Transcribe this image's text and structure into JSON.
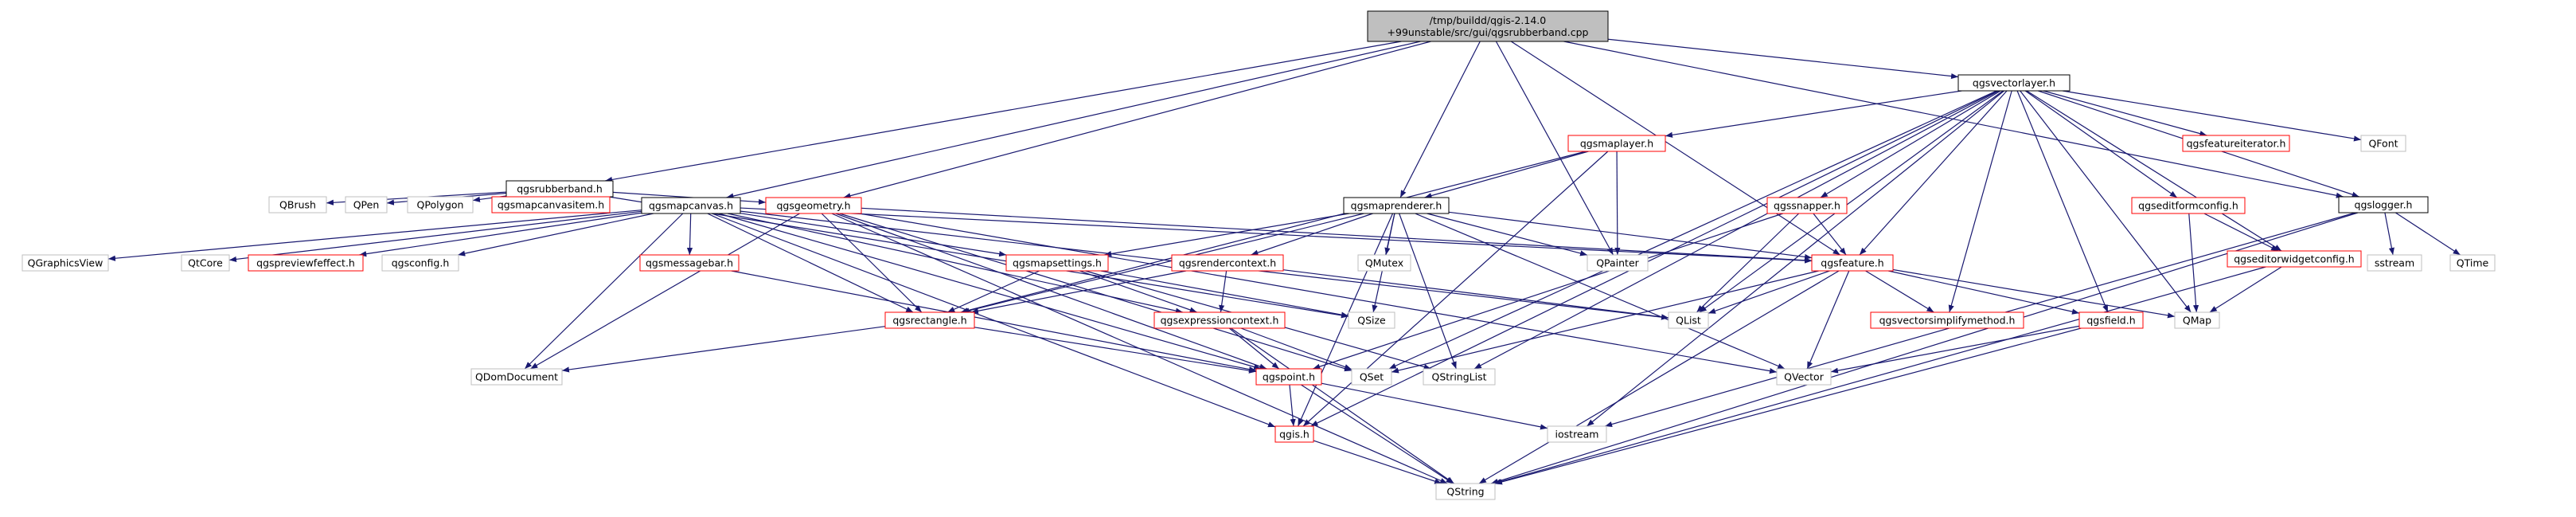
{
  "colors": {
    "root_fill": "#bfbfbf",
    "root_border": "#000000",
    "documented_border": "#000000",
    "undocumented_border": "#ff0000",
    "external_border": "#bfbfbf",
    "edge": "#191970",
    "text": "#000000"
  },
  "graph": {
    "nodes": [
      {
        "id": "root",
        "kind": "root",
        "lines": [
          "/tmp/buildd/qgis-2.14.0",
          "+99unstable/src/gui/qgsrubberband.cpp"
        ]
      },
      {
        "id": "qgsrubberband_h",
        "kind": "documented",
        "lines": [
          "qgsrubberband.h"
        ]
      },
      {
        "id": "qgsvectorlayer_h",
        "kind": "documented",
        "lines": [
          "qgsvectorlayer.h"
        ]
      },
      {
        "id": "qgslogger_h",
        "kind": "documented",
        "lines": [
          "qgslogger.h"
        ]
      },
      {
        "id": "qgsmapcanvas_h",
        "kind": "documented",
        "lines": [
          "qgsmapcanvas.h"
        ]
      },
      {
        "id": "qgsgeometry_h",
        "kind": "undocumented",
        "lines": [
          "qgsgeometry.h"
        ]
      },
      {
        "id": "qgsmaprenderer_h",
        "kind": "documented",
        "lines": [
          "qgsmaprenderer.h"
        ]
      },
      {
        "id": "qgsmaplayer_h",
        "kind": "undocumented",
        "lines": [
          "qgsmaplayer.h"
        ]
      },
      {
        "id": "qgsfeatureiterator_h",
        "kind": "undocumented",
        "lines": [
          "qgsfeatureiterator.h"
        ]
      },
      {
        "id": "qgssnapper_h",
        "kind": "undocumented",
        "lines": [
          "qgssnapper.h"
        ]
      },
      {
        "id": "qgseditformconfig_h",
        "kind": "undocumented",
        "lines": [
          "qgseditformconfig.h"
        ]
      },
      {
        "id": "qgseditorwidgetconfig_h",
        "kind": "undocumented",
        "lines": [
          "qgseditorwidgetconfig.h"
        ]
      },
      {
        "id": "qgsfeature_h",
        "kind": "undocumented",
        "lines": [
          "qgsfeature.h"
        ]
      },
      {
        "id": "qgsmapsettings_h",
        "kind": "undocumented",
        "lines": [
          "qgsmapsettings.h"
        ]
      },
      {
        "id": "qgsrendercontext_h",
        "kind": "undocumented",
        "lines": [
          "qgsrendercontext.h"
        ]
      },
      {
        "id": "qgsmessagebar_h",
        "kind": "undocumented",
        "lines": [
          "qgsmessagebar.h"
        ]
      },
      {
        "id": "qgspreviewfeffect_h",
        "kind": "undocumented",
        "lines": [
          "qgspreviewfeffect.h"
        ]
      },
      {
        "id": "qgsmapcanvasitem_h",
        "kind": "undocumented",
        "lines": [
          "qgsmapcanvasitem.h"
        ]
      },
      {
        "id": "qgsrectangle_h",
        "kind": "undocumented",
        "lines": [
          "qgsrectangle.h"
        ]
      },
      {
        "id": "qgsexpressioncontext_h",
        "kind": "undocumented",
        "lines": [
          "qgsexpressioncontext.h"
        ]
      },
      {
        "id": "qgsvectorsimplifymethod_h",
        "kind": "undocumented",
        "lines": [
          "qgsvectorsimplifymethod.h"
        ]
      },
      {
        "id": "qgsfield_h",
        "kind": "undocumented",
        "lines": [
          "qgsfield.h"
        ]
      },
      {
        "id": "qgspoint_h",
        "kind": "undocumented",
        "lines": [
          "qgspoint.h"
        ]
      },
      {
        "id": "qgis_h",
        "kind": "undocumented",
        "lines": [
          "qgis.h"
        ]
      },
      {
        "id": "QBrush",
        "kind": "external",
        "lines": [
          "QBrush"
        ]
      },
      {
        "id": "QPen",
        "kind": "external",
        "lines": [
          "QPen"
        ]
      },
      {
        "id": "QPolygon",
        "kind": "external",
        "lines": [
          "QPolygon"
        ]
      },
      {
        "id": "QGraphicsView",
        "kind": "external",
        "lines": [
          "QGraphicsView"
        ]
      },
      {
        "id": "QtCore",
        "kind": "external",
        "lines": [
          "QtCore"
        ]
      },
      {
        "id": "qgsconfig_h",
        "kind": "external",
        "lines": [
          "qgsconfig.h"
        ]
      },
      {
        "id": "QMutex",
        "kind": "external",
        "lines": [
          "QMutex"
        ]
      },
      {
        "id": "QPainter",
        "kind": "external",
        "lines": [
          "QPainter"
        ]
      },
      {
        "id": "QFont",
        "kind": "external",
        "lines": [
          "QFont"
        ]
      },
      {
        "id": "QSize",
        "kind": "external",
        "lines": [
          "QSize"
        ]
      },
      {
        "id": "QList",
        "kind": "external",
        "lines": [
          "QList"
        ]
      },
      {
        "id": "QMap",
        "kind": "external",
        "lines": [
          "QMap"
        ]
      },
      {
        "id": "sstream",
        "kind": "external",
        "lines": [
          "sstream"
        ]
      },
      {
        "id": "QTime",
        "kind": "external",
        "lines": [
          "QTime"
        ]
      },
      {
        "id": "QDomDocument",
        "kind": "external",
        "lines": [
          "QDomDocument"
        ]
      },
      {
        "id": "QSet",
        "kind": "external",
        "lines": [
          "QSet"
        ]
      },
      {
        "id": "QStringList",
        "kind": "external",
        "lines": [
          "QStringList"
        ]
      },
      {
        "id": "QVector",
        "kind": "external",
        "lines": [
          "QVector"
        ]
      },
      {
        "id": "iostream",
        "kind": "external",
        "lines": [
          "iostream"
        ]
      },
      {
        "id": "QString",
        "kind": "external",
        "lines": [
          "QString"
        ]
      }
    ],
    "edges": [
      [
        "root",
        "qgsrubberband_h"
      ],
      [
        "root",
        "qgsvectorlayer_h"
      ],
      [
        "root",
        "qgslogger_h"
      ],
      [
        "root",
        "qgsmapcanvas_h"
      ],
      [
        "root",
        "qgsgeometry_h"
      ],
      [
        "root",
        "qgsmaprenderer_h"
      ],
      [
        "root",
        "QPainter"
      ],
      [
        "root",
        "qgsfeature_h"
      ],
      [
        "qgsrubberband_h",
        "QBrush"
      ],
      [
        "qgsrubberband_h",
        "QPen"
      ],
      [
        "qgsrubberband_h",
        "QPolygon"
      ],
      [
        "qgsrubberband_h",
        "qgsmapcanvasitem_h"
      ],
      [
        "qgsrubberband_h",
        "qgsgeometry_h"
      ],
      [
        "qgsrubberband_h",
        "QSize"
      ],
      [
        "qgsmapcanvas_h",
        "QGraphicsView"
      ],
      [
        "qgsmapcanvas_h",
        "QtCore"
      ],
      [
        "qgsmapcanvas_h",
        "qgspreviewfeffect_h"
      ],
      [
        "qgsmapcanvas_h",
        "qgsconfig_h"
      ],
      [
        "qgsmapcanvas_h",
        "qgsmessagebar_h"
      ],
      [
        "qgsmapcanvas_h",
        "qgsmapsettings_h"
      ],
      [
        "qgsmapcanvas_h",
        "qgsrectangle_h"
      ],
      [
        "qgsmapcanvas_h",
        "qgsexpressioncontext_h"
      ],
      [
        "qgsmapcanvas_h",
        "QDomDocument"
      ],
      [
        "qgsmapcanvas_h",
        "qgspoint_h"
      ],
      [
        "qgsmapcanvas_h",
        "qgis_h"
      ],
      [
        "qgsmapcanvas_h",
        "qgsfeature_h"
      ],
      [
        "qgsmapcanvas_h",
        "QList"
      ],
      [
        "qgsgeometry_h",
        "qgsfeature_h"
      ],
      [
        "qgsgeometry_h",
        "QDomDocument"
      ],
      [
        "qgsgeometry_h",
        "qgsrectangle_h"
      ],
      [
        "qgsgeometry_h",
        "qgspoint_h"
      ],
      [
        "qgsgeometry_h",
        "QString"
      ],
      [
        "qgsgeometry_h",
        "QSet"
      ],
      [
        "qgsgeometry_h",
        "QVector"
      ],
      [
        "qgsvectorlayer_h",
        "qgsmaplayer_h"
      ],
      [
        "qgsvectorlayer_h",
        "qgssnapper_h"
      ],
      [
        "qgsvectorlayer_h",
        "qgseditformconfig_h"
      ],
      [
        "qgsvectorlayer_h",
        "qgseditorwidgetconfig_h"
      ],
      [
        "qgsvectorlayer_h",
        "qgsfeatureiterator_h"
      ],
      [
        "qgsvectorlayer_h",
        "QFont"
      ],
      [
        "qgsvectorlayer_h",
        "qgsfeature_h"
      ],
      [
        "qgsvectorlayer_h",
        "QMap"
      ],
      [
        "qgsvectorlayer_h",
        "QList"
      ],
      [
        "qgsvectorlayer_h",
        "QSet"
      ],
      [
        "qgsvectorlayer_h",
        "QStringList"
      ],
      [
        "qgsvectorlayer_h",
        "qgsfield_h"
      ],
      [
        "qgsvectorlayer_h",
        "qgsvectorsimplifymethod_h"
      ],
      [
        "qgsvectorlayer_h",
        "qgis_h"
      ],
      [
        "qgsvectorlayer_h",
        "iostream"
      ],
      [
        "qgsvectorlayer_h",
        "qgslogger_h"
      ],
      [
        "qgsmaplayer_h",
        "qgsmaprenderer_h"
      ],
      [
        "qgsmaplayer_h",
        "QPainter"
      ],
      [
        "qgsmaplayer_h",
        "qgsrectangle_h"
      ],
      [
        "qgsmaplayer_h",
        "qgis_h"
      ],
      [
        "qgsmaprenderer_h",
        "qgsmapsettings_h"
      ],
      [
        "qgsmaprenderer_h",
        "qgsrendercontext_h"
      ],
      [
        "qgsmaprenderer_h",
        "QMutex"
      ],
      [
        "qgsmaprenderer_h",
        "QPainter"
      ],
      [
        "qgsmaprenderer_h",
        "qgsfeature_h"
      ],
      [
        "qgsmaprenderer_h",
        "QSize"
      ],
      [
        "qgsmaprenderer_h",
        "QStringList"
      ],
      [
        "qgsmaprenderer_h",
        "qgis_h"
      ],
      [
        "qgsmaprenderer_h",
        "qgsrectangle_h"
      ],
      [
        "qgsmaprenderer_h",
        "QVector"
      ],
      [
        "qgssnapper_h",
        "qgsfeature_h"
      ],
      [
        "qgssnapper_h",
        "QList"
      ],
      [
        "qgssnapper_h",
        "qgspoint_h"
      ],
      [
        "qgseditformconfig_h",
        "qgseditorwidgetconfig_h"
      ],
      [
        "qgseditformconfig_h",
        "QMap"
      ],
      [
        "qgseditorwidgetconfig_h",
        "QMap"
      ],
      [
        "qgseditorwidgetconfig_h",
        "QString"
      ],
      [
        "qgsfeature_h",
        "QList"
      ],
      [
        "qgsfeature_h",
        "QMap"
      ],
      [
        "qgsfeature_h",
        "qgsfield_h"
      ],
      [
        "qgsfeature_h",
        "qgsvectorsimplifymethod_h"
      ],
      [
        "qgsfeature_h",
        "QSet"
      ],
      [
        "qgsfeature_h",
        "QVector"
      ],
      [
        "qgsfeature_h",
        "QString"
      ],
      [
        "qgsmapsettings_h",
        "qgsrectangle_h"
      ],
      [
        "qgsmapsettings_h",
        "qgsexpressioncontext_h"
      ],
      [
        "qgsmapsettings_h",
        "QSize"
      ],
      [
        "qgsmapsettings_h",
        "QStringList"
      ],
      [
        "qgsrendercontext_h",
        "qgsexpressioncontext_h"
      ],
      [
        "qgsrendercontext_h",
        "qgsrectangle_h"
      ],
      [
        "qgsrendercontext_h",
        "QList"
      ],
      [
        "qgsmessagebar_h",
        "qgspoint_h"
      ],
      [
        "qgsrectangle_h",
        "qgspoint_h"
      ],
      [
        "qgsrectangle_h",
        "QDomDocument"
      ],
      [
        "qgsexpressioncontext_h",
        "QSet"
      ],
      [
        "qgsexpressioncontext_h",
        "qgspoint_h"
      ],
      [
        "qgsexpressioncontext_h",
        "QString"
      ],
      [
        "qgsfield_h",
        "QVector"
      ],
      [
        "qgsfield_h",
        "QString"
      ],
      [
        "qgspoint_h",
        "qgis_h"
      ],
      [
        "qgspoint_h",
        "iostream"
      ],
      [
        "qgspoint_h",
        "QString"
      ],
      [
        "qgis_h",
        "QString"
      ],
      [
        "qgslogger_h",
        "sstream"
      ],
      [
        "qgslogger_h",
        "QTime"
      ],
      [
        "qgslogger_h",
        "iostream"
      ],
      [
        "qgslogger_h",
        "QString"
      ]
    ]
  }
}
